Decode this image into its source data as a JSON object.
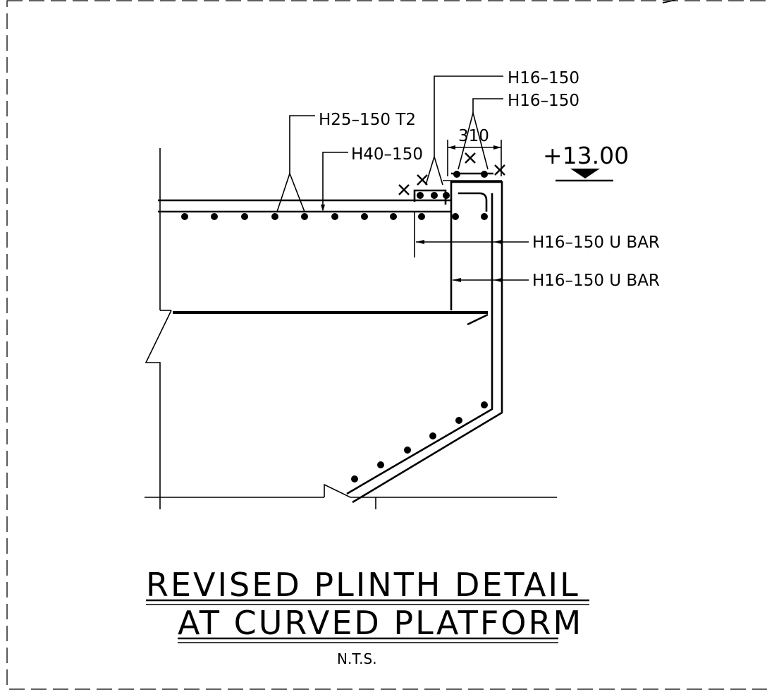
{
  "labels": {
    "h16_top_1": "H16–150",
    "h16_top_2": "H16–150",
    "h25": "H25–150 T2",
    "h40": "H40–150",
    "dim_310": "310",
    "level": "+13.00",
    "u_bar_1": "H16–150 U BAR",
    "u_bar_2": "H16–150 U BAR"
  },
  "title": {
    "line1": "REVISED PLINTH DETAIL",
    "line2": "AT CURVED PLATFORM",
    "scale": "N.T.S."
  }
}
